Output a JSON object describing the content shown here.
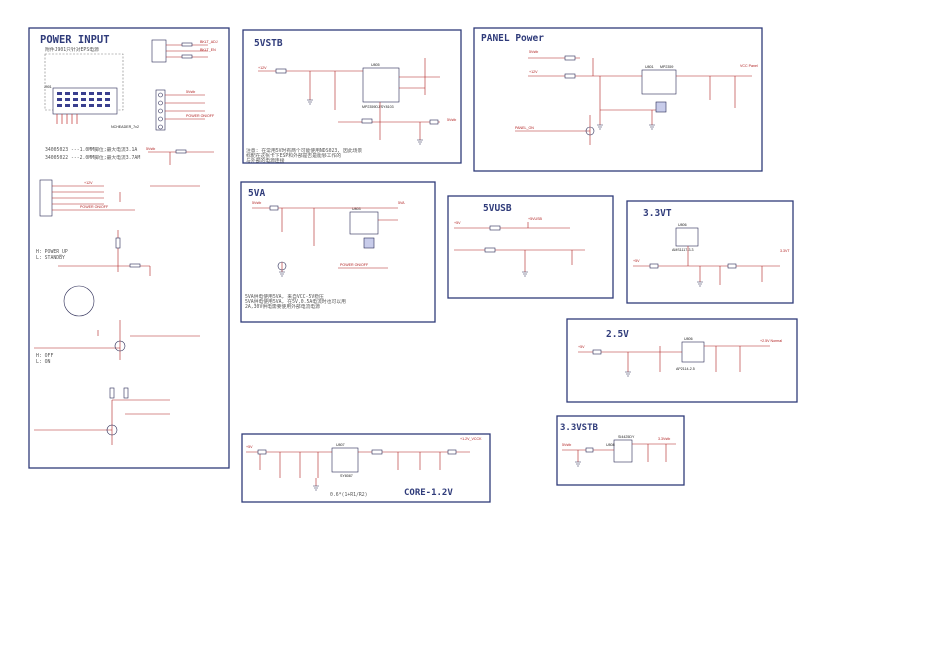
{
  "sheet": {
    "blocks": [
      {
        "id": "power-input",
        "title": "POWER INPUT",
        "notes": [
          "附件J901只针对EPS电源"
        ],
        "lines": [
          "34005023 ---1.0MM脚位;最大电流3.1A",
          "34005022 ---2.0MM脚位;最大电流3.7AM"
        ],
        "extra": [
          "H: POWER_UP",
          "L: STANDBY",
          "H: OFF",
          "L: ON"
        ]
      },
      {
        "id": "5vstb",
        "title": "5VSTB",
        "notes": [
          "注意: 在常用5V时有两个可能使用NDS023, 因此场景",
          "标配在这张卡下ESP和外部是否是能够工作的",
          "与外部的电源连接"
        ]
      },
      {
        "id": "panel-power",
        "title": "PANEL Power"
      },
      {
        "id": "5va",
        "title": "5VA",
        "notes": [
          "5VA供电使用5VA, 来自VCC-5V稳压",
          "5VA供电使用5VA, 在5V,0.5A电流时也可以用",
          "2A,30V供电需要使用外部电流电源"
        ]
      },
      {
        "id": "5vusb",
        "title": "5VUSB"
      },
      {
        "id": "3v3t",
        "title": "3.3VT"
      },
      {
        "id": "2v5",
        "title": "2.5V"
      },
      {
        "id": "3v3stb",
        "title": "3.3VSTB"
      },
      {
        "id": "core",
        "title": "CORE-1.2V",
        "notes": [
          "0.6*(1+R1/R2)"
        ]
      }
    ],
    "labels": {
      "u_5vstb": "U805",
      "u_panel": "U801",
      "u_5va": "U803",
      "u_3v3t": "U806",
      "u_2v5": "U806",
      "u_core": "U807",
      "u_3v3stb": "U808",
      "p_5vstb": "MP2359DJ/SY8103",
      "p_panel": "MP2359",
      "p_3v3t": "AMS1117-3.3",
      "p_2v5": "AP2114-2.5",
      "p_core": "SY8087",
      "p_3v3stb": "SI4425DY",
      "n_12v": "+12V",
      "n_5v": "+5V",
      "n_5vstb": "5Vstb",
      "n_5va": "5VA",
      "n_usb": "+5VUSB",
      "n_3v3": "3.3VT",
      "n_vcc": "VCC Panel",
      "n_25": "+2.5V Normal",
      "n_33stb": "3.3Vstb",
      "n_core": "+1.2V_VCCK",
      "n_pon": "POWER ON/OFF",
      "n_bl": "BKLT_EN",
      "n_dim": "BKLT_ADJ",
      "n_panon": "PANEL_ON"
    }
  }
}
